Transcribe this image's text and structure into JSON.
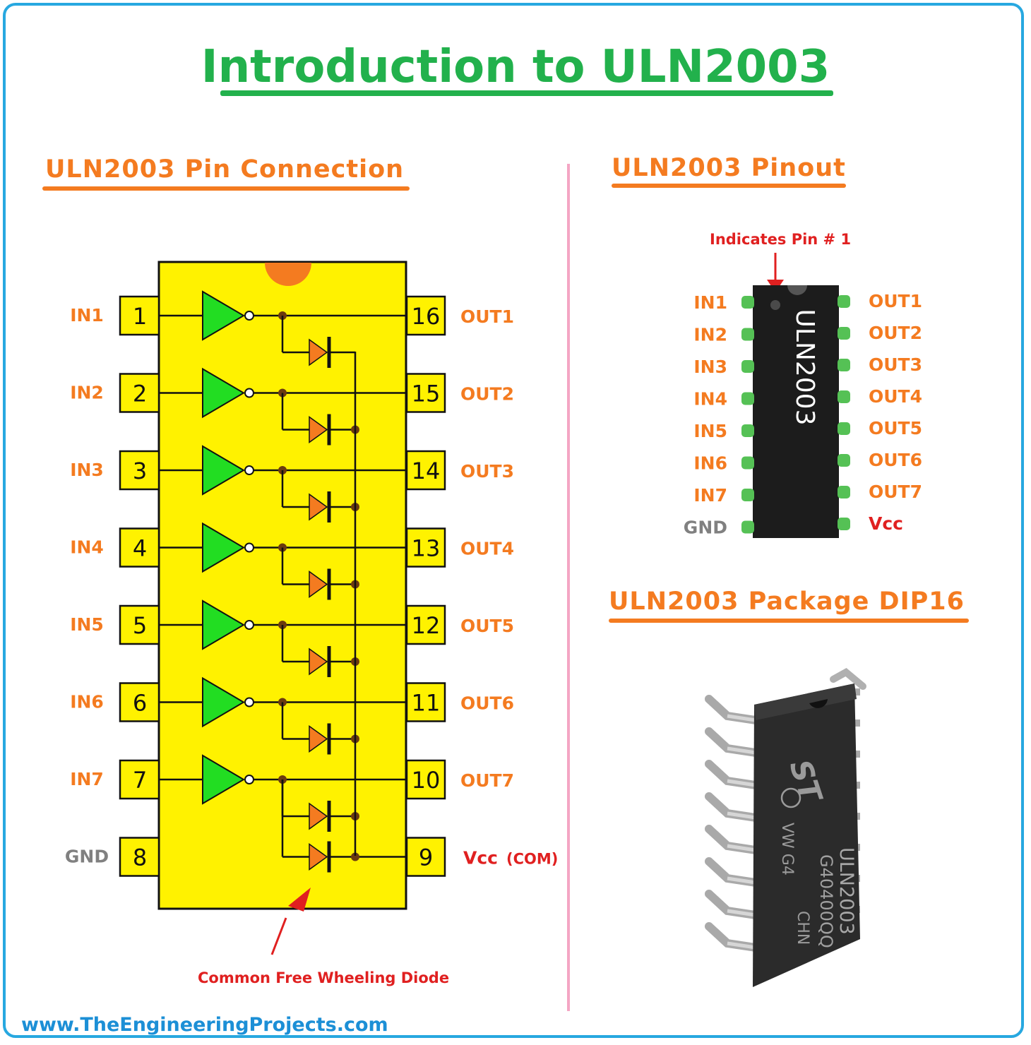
{
  "title": "Introduction to ULN2003",
  "sections": {
    "pin_connection": "ULN2003 Pin Connection",
    "pinout": "ULN2003 Pinout",
    "package": "ULN2003 Package DIP16"
  },
  "connection": {
    "inputs": [
      {
        "label": "IN1",
        "pin": "1"
      },
      {
        "label": "IN2",
        "pin": "2"
      },
      {
        "label": "IN3",
        "pin": "3"
      },
      {
        "label": "IN4",
        "pin": "4"
      },
      {
        "label": "IN5",
        "pin": "5"
      },
      {
        "label": "IN6",
        "pin": "6"
      },
      {
        "label": "IN7",
        "pin": "7"
      },
      {
        "label": "GND",
        "pin": "8"
      }
    ],
    "outputs": [
      {
        "label": "OUT1",
        "pin": "16"
      },
      {
        "label": "OUT2",
        "pin": "15"
      },
      {
        "label": "OUT3",
        "pin": "14"
      },
      {
        "label": "OUT4",
        "pin": "13"
      },
      {
        "label": "OUT5",
        "pin": "12"
      },
      {
        "label": "OUT6",
        "pin": "11"
      },
      {
        "label": "OUT7",
        "pin": "10"
      }
    ],
    "vcc_label": "Vcc",
    "vcc_suffix": "(COM)",
    "vcc_pin": "9",
    "diode_note": "Common Free Wheeling Diode"
  },
  "pinout": {
    "pin1_note": "Indicates Pin # 1",
    "chip_text": "ULN2003",
    "left": [
      "IN1",
      "IN2",
      "IN3",
      "IN4",
      "IN5",
      "IN6",
      "IN7",
      "GND"
    ],
    "right": [
      "OUT1",
      "OUT2",
      "OUT3",
      "OUT4",
      "OUT5",
      "OUT6",
      "OUT7",
      "Vcc"
    ]
  },
  "package": {
    "logo": "ST",
    "line1": "ULN2003",
    "line2": "G40400QQ",
    "line3": "CHN",
    "line4": "VW G4"
  },
  "footer": "www.TheEngineeringProjects.com",
  "colors": {
    "title": "#22b14c",
    "section": "#f47b20",
    "chip_body": "#fff200",
    "buffer": "#22dd22",
    "diode": "#f47b20",
    "note": "#e02020",
    "footer": "#1c8fd6"
  }
}
